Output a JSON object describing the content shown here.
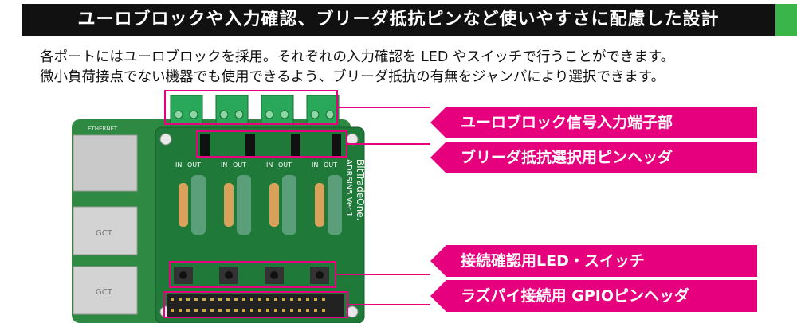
{
  "banner": {
    "title": "ユーロブロックや入力確認、ブリーダ抵抗ピンなど使いやすさに配慮した設計"
  },
  "intro": {
    "line1": "各ポートにはユーロブロックを採用。それぞれの入力確認を LED やスイッチで行うことができます。",
    "line2": "微小負荷接点でない機器でも使用できるよう、ブリーダ抵抗の有無をジャンパにより選択できます。"
  },
  "callouts": [
    {
      "label": "ユーロブロック信号入力端子部"
    },
    {
      "label": "ブリーダ抵抗選択用ピンヘッダ"
    },
    {
      "label": "接続確認用LED・スイッチ"
    },
    {
      "label": "ラズパイ接続用 GPIOピンヘッダ"
    }
  ],
  "board": {
    "silkscreen_model": "ADRSIN5 Ver.1",
    "silkscreen_brand": "BitTradeOne.",
    "connector_labels": [
      "IN",
      "OUT",
      "IN",
      "OUT",
      "IN",
      "OUT",
      "IN",
      "OUT"
    ],
    "usb_label": "GCT",
    "ethernet_label": "ETHERNET"
  },
  "colors": {
    "accent": "#e6007e",
    "banner_bg": "#111111",
    "banner_stripe": "#39b54a",
    "pcb": "#1f7a3a",
    "terminal": "#2aa85a"
  }
}
